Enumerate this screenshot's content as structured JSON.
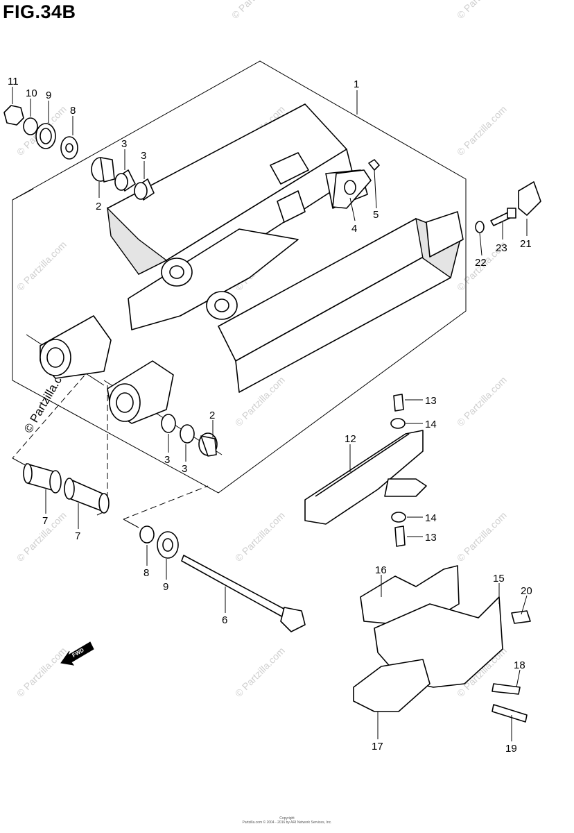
{
  "figure_title": "FIG.34B",
  "watermark": "© Partzilla.com",
  "side_watermark": "© Partzilla.com",
  "fwd_label": "FWD",
  "copyright_lines": [
    "Copyright",
    "Partzilla.com © 2004 - 2016 by ARI Network Services, Inc."
  ],
  "callouts": {
    "p1": "1",
    "p2a": "2",
    "p2b": "2",
    "p3a": "3",
    "p3b": "3",
    "p3c": "3",
    "p3d": "3",
    "p4": "4",
    "p5": "5",
    "p6": "6",
    "p7a": "7",
    "p7b": "7",
    "p8a": "8",
    "p8b": "8",
    "p9a": "9",
    "p9b": "9",
    "p10": "10",
    "p11": "11",
    "p12": "12",
    "p13a": "13",
    "p13b": "13",
    "p14a": "14",
    "p14b": "14",
    "p15": "15",
    "p16": "16",
    "p17": "17",
    "p18": "18",
    "p19": "19",
    "p20": "20",
    "p21": "21",
    "p22": "22",
    "p23": "23"
  }
}
